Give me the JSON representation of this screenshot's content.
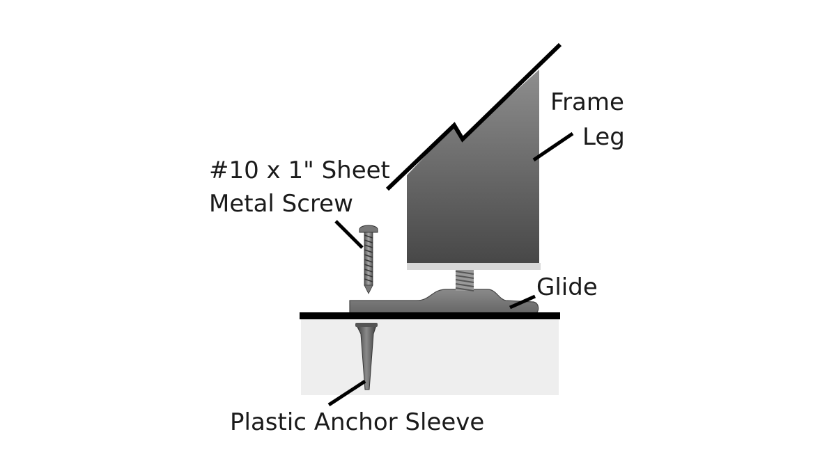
{
  "labels": {
    "frame_leg_line1": "Frame",
    "frame_leg_line2": "Leg",
    "screw_line1": "#10 x 1\" Sheet",
    "screw_line2": "Metal Screw",
    "glide": "Glide",
    "anchor": "Plastic Anchor Sleeve"
  },
  "colors": {
    "leader_line": "#000000",
    "label_text": "#1a1a1a",
    "floor_surface": "#000000",
    "floor_block": "#eeeeee",
    "glide": "#777777",
    "frame_leg_light": "#8a8a8a",
    "frame_leg_dark": "#4a4a4a"
  }
}
